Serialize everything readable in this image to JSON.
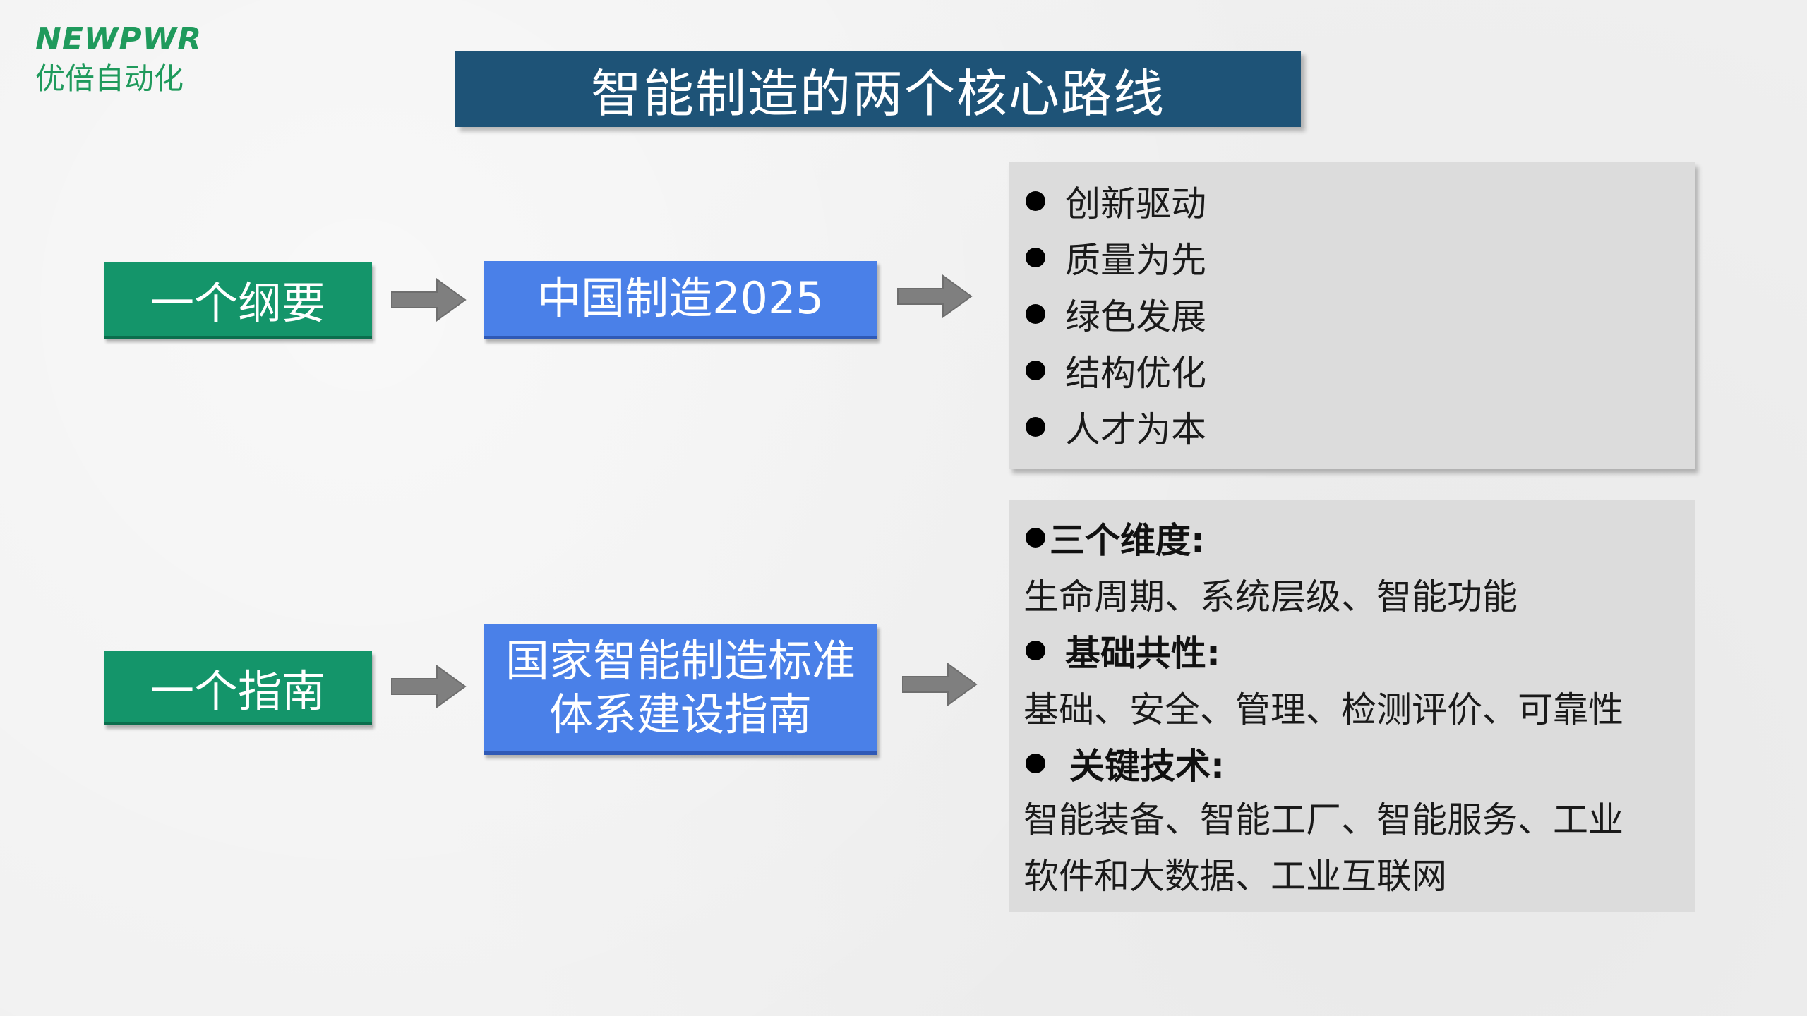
{
  "logo": {
    "brand": "NEWPWR",
    "subtitle": "优倍自动化"
  },
  "title": "智能制造的两个核心路线",
  "row1": {
    "left_label": "一个纲要",
    "middle_label": "中国制造2025",
    "items": [
      "创新驱动",
      "质量为先",
      "绿色发展",
      "结构优化",
      "人才为本"
    ]
  },
  "row2": {
    "left_label": "一个指南",
    "middle_line1": "国家智能制造标准",
    "middle_line2": "体系建设指南",
    "sections": [
      {
        "heading": "三个维度:",
        "body_line1": "生命周期、系统层级、智能功能",
        "body_line2": ""
      },
      {
        "heading": "基础共性:",
        "body_line1": "基础、安全、管理、检测评价、可靠性",
        "body_line2": ""
      },
      {
        "heading": "关键技术:",
        "body_line1": "智能装备、智能工厂、智能服务、工业",
        "body_line2": "软件和大数据、工业互联网"
      }
    ]
  },
  "colors": {
    "title_bg": "#1e5377",
    "green": "#14956a",
    "blue": "#4a80e8",
    "panel": "#dcdcdc",
    "arrow": "#808080",
    "logo": "#1f9a5c"
  }
}
